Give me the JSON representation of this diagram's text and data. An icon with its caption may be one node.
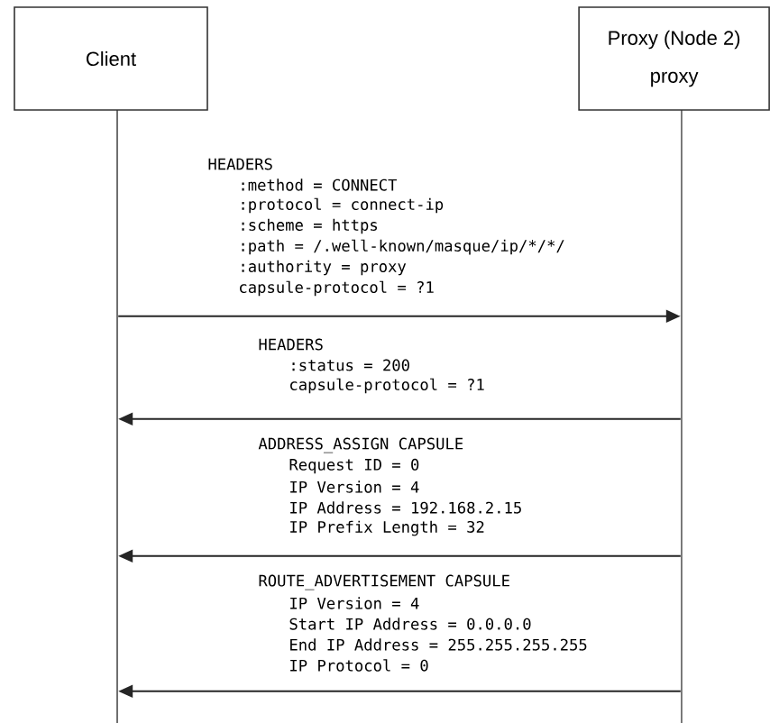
{
  "diagram": {
    "nodes": [
      {
        "text": [
          "Client"
        ]
      },
      {
        "text": [
          "Proxy (Node 2)",
          "proxy"
        ]
      }
    ],
    "edges": [
      {
        "from": 0,
        "to": 1,
        "arrow": "to"
      },
      {
        "from": 1,
        "to": 0,
        "arrow": "to"
      },
      {
        "from": 1,
        "to": 0,
        "arrow": "to"
      },
      {
        "from": 1,
        "to": 0,
        "arrow": "to"
      }
    ],
    "labels": [
      "HEADERS",
      ":method = CONNECT",
      ":protocol = connect-ip",
      ":scheme = https",
      ":path = /.well-known/masque/ip/*/*/",
      ":authority = proxy",
      "capsule-protocol = ?1",
      "HEADERS",
      ":status = 200",
      "capsule-protocol = ?1",
      "ADDRESS_ASSIGN CAPSULE",
      "Request ID = 0",
      "IP Version = 4",
      "IP Address = 192.168.2.15",
      "IP Prefix Length = 32",
      "ROUTE_ADVERTISEMENT CAPSULE",
      "IP Version = 4",
      "Start IP Address = 0.0.0.0",
      "End IP Address = 255.255.255.255",
      "IP Protocol = 0"
    ]
  }
}
